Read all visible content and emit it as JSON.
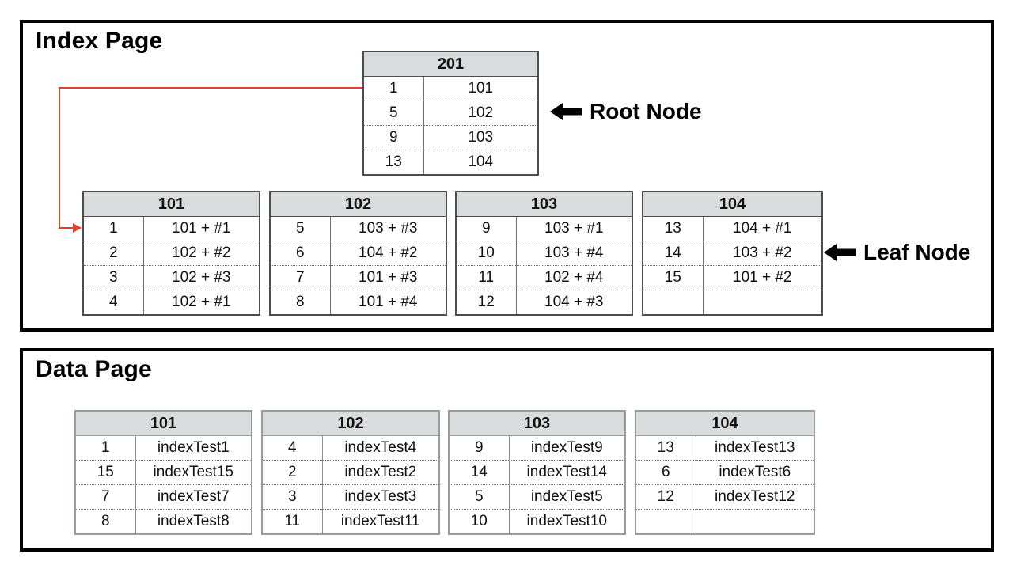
{
  "index_page": {
    "title": "Index Page",
    "root_callout_label": "Root Node",
    "leaf_callout_label": "Leaf Node",
    "root_table": {
      "header": "201",
      "rows": [
        [
          "1",
          "101"
        ],
        [
          "5",
          "102"
        ],
        [
          "9",
          "103"
        ],
        [
          "13",
          "104"
        ]
      ]
    },
    "leaf_tables": [
      {
        "header": "101",
        "rows": [
          [
            "1",
            "101 + #1"
          ],
          [
            "2",
            "102 + #2"
          ],
          [
            "3",
            "102 + #3"
          ],
          [
            "4",
            "102 + #1"
          ]
        ]
      },
      {
        "header": "102",
        "rows": [
          [
            "5",
            "103 + #3"
          ],
          [
            "6",
            "104 + #2"
          ],
          [
            "7",
            "101 + #3"
          ],
          [
            "8",
            "101 + #4"
          ]
        ]
      },
      {
        "header": "103",
        "rows": [
          [
            "9",
            "103 + #1"
          ],
          [
            "10",
            "103 + #4"
          ],
          [
            "11",
            "102 + #4"
          ],
          [
            "12",
            "104 + #3"
          ]
        ]
      },
      {
        "header": "104",
        "rows": [
          [
            "13",
            "104 + #1"
          ],
          [
            "14",
            "103 + #2"
          ],
          [
            "15",
            "101 + #2"
          ],
          [
            "",
            ""
          ]
        ]
      }
    ]
  },
  "data_page": {
    "title": "Data Page",
    "tables": [
      {
        "header": "101",
        "rows": [
          [
            "1",
            "indexTest1"
          ],
          [
            "15",
            "indexTest15"
          ],
          [
            "7",
            "indexTest7"
          ],
          [
            "8",
            "indexTest8"
          ]
        ]
      },
      {
        "header": "102",
        "rows": [
          [
            "4",
            "indexTest4"
          ],
          [
            "2",
            "indexTest2"
          ],
          [
            "3",
            "indexTest3"
          ],
          [
            "11",
            "indexTest11"
          ]
        ]
      },
      {
        "header": "103",
        "rows": [
          [
            "9",
            "indexTest9"
          ],
          [
            "14",
            "indexTest14"
          ],
          [
            "5",
            "indexTest5"
          ],
          [
            "10",
            "indexTest10"
          ]
        ]
      },
      {
        "header": "104",
        "rows": [
          [
            "13",
            "indexTest13"
          ],
          [
            "6",
            "indexTest6"
          ],
          [
            "12",
            "indexTest12"
          ],
          [
            "",
            ""
          ]
        ]
      }
    ]
  },
  "colors": {
    "header_bg": "#d9dcdc",
    "index_border": "#4d4d4d",
    "data_border": "#979c9c",
    "connector_red": "#e0402f",
    "panel_border": "#000000"
  }
}
